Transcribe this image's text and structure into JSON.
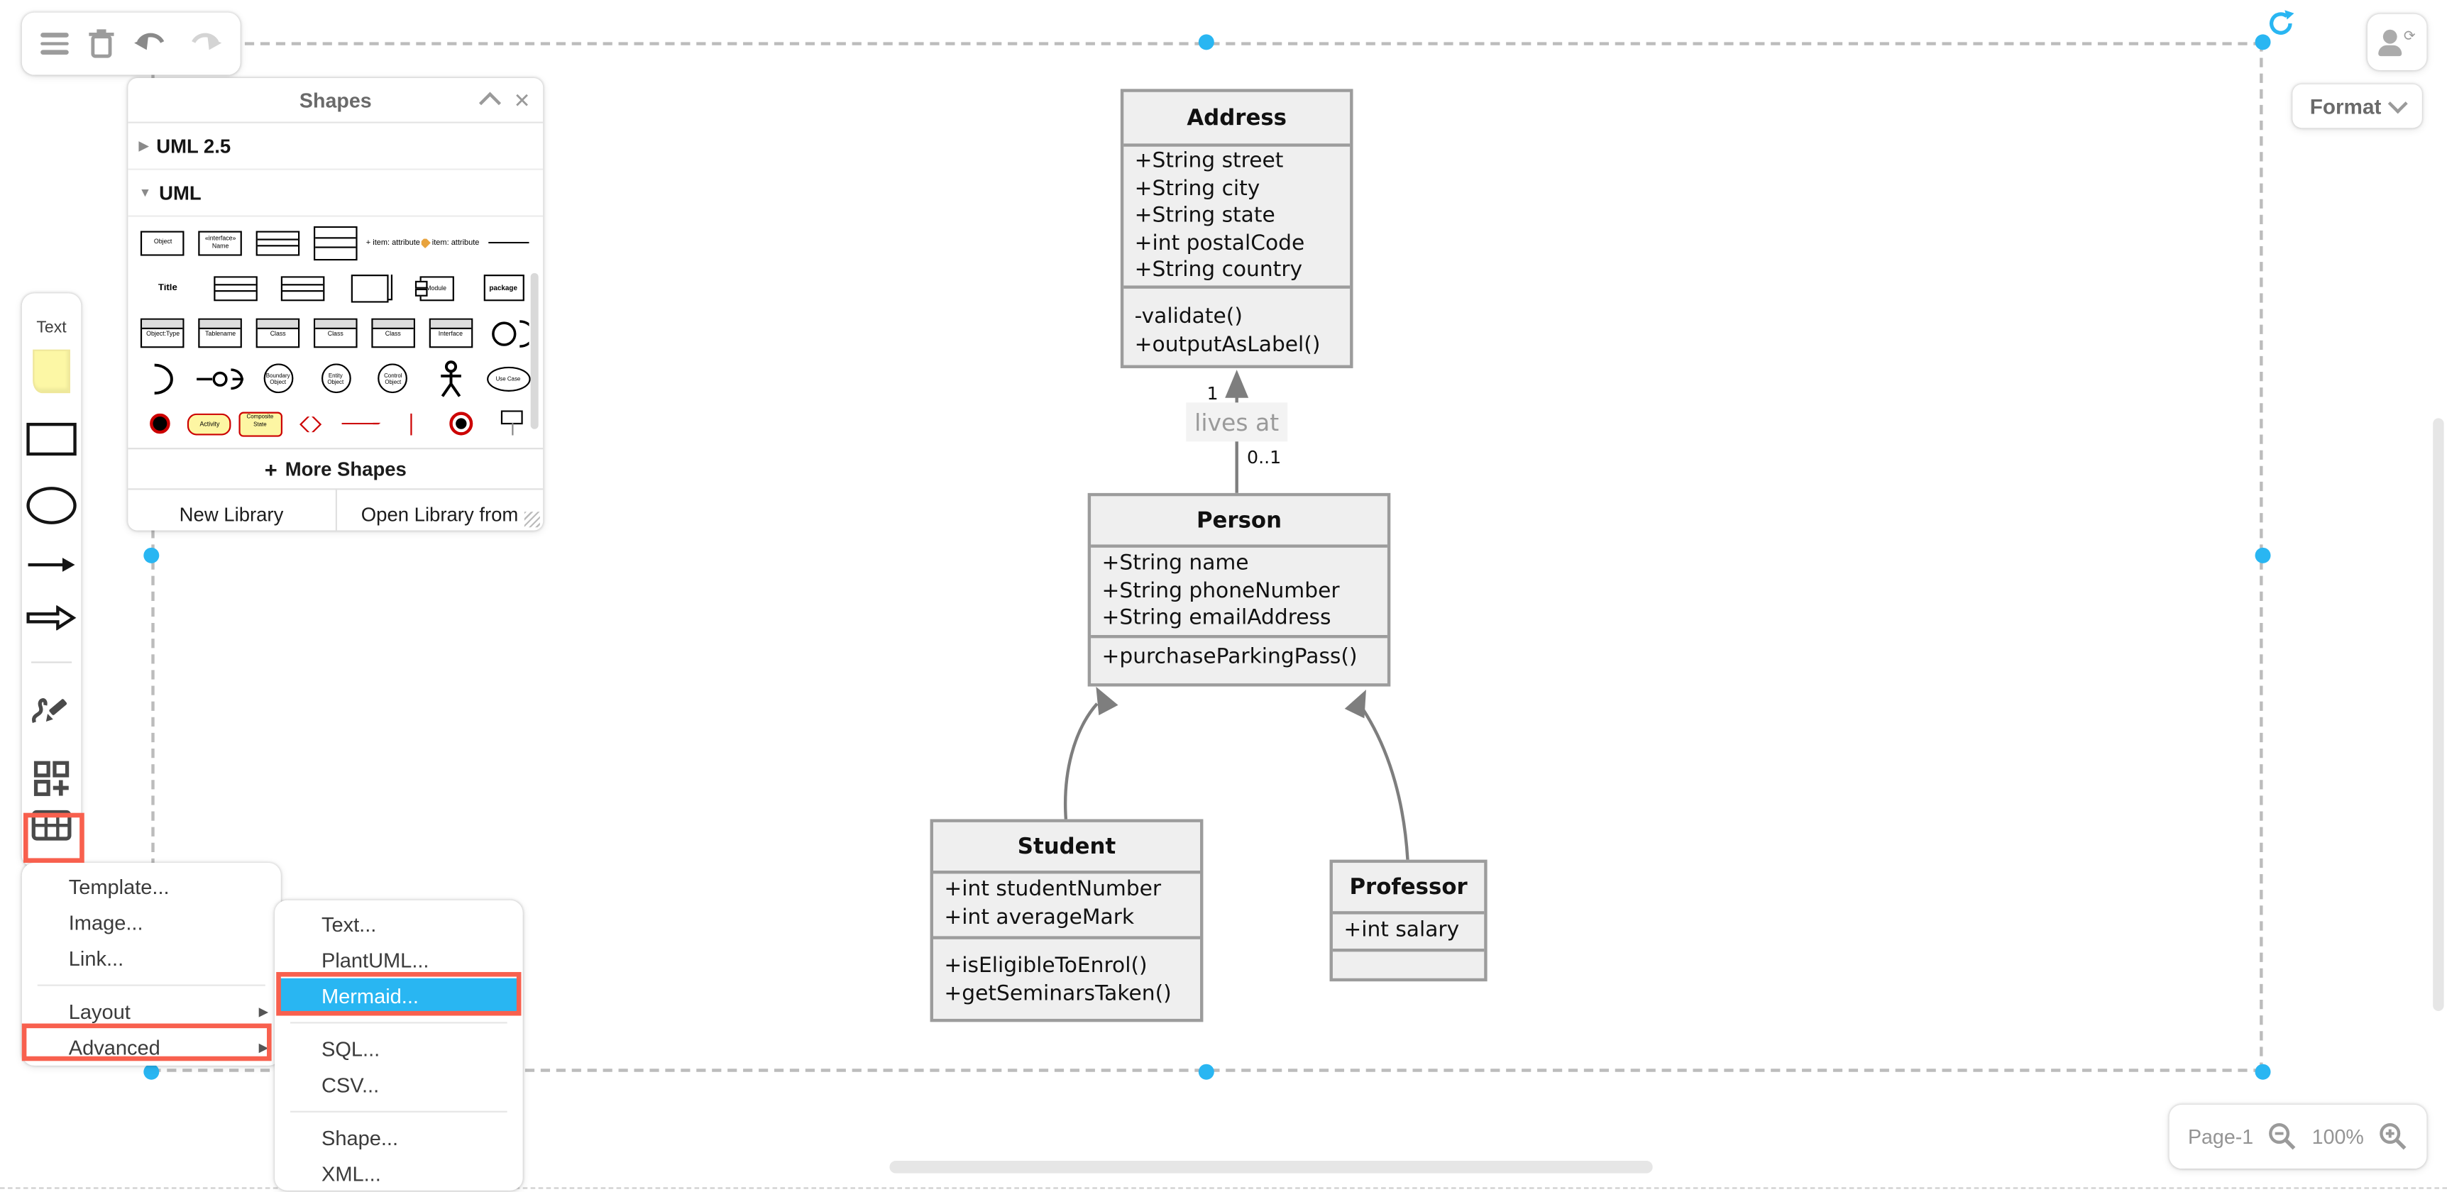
{
  "colors": {
    "accent_blue": "#29b6f2",
    "annotation_red": "#f8604e",
    "note_yellow": "#fcf7a5",
    "class_fill": "#efefef",
    "class_border": "#9c9c9c",
    "edge_gray": "#7e7e7e"
  },
  "top_toolbar": {
    "icons": [
      "menu",
      "trash",
      "undo",
      "redo"
    ]
  },
  "shapes_panel": {
    "title": "Shapes",
    "collapse_icon": "chevron-up",
    "close_icon": "✕",
    "sections": [
      {
        "label": "UML 2.5",
        "expanded": false
      },
      {
        "label": "UML",
        "expanded": true
      }
    ],
    "more_shapes": {
      "plus": "+",
      "label": "More Shapes"
    },
    "footer": {
      "new_library": "New Library",
      "open_library": "Open Library from"
    },
    "thumbnail_rows": [
      [
        {
          "kind": "box",
          "label": "Object"
        },
        {
          "kind": "box",
          "label": "«interface» Name"
        },
        {
          "kind": "box-lines",
          "label": ""
        },
        {
          "kind": "box-lines-tall",
          "label": ""
        },
        {
          "kind": "text",
          "label": "+ item: attribute"
        },
        {
          "kind": "text-icon",
          "label": "item: attribute"
        },
        {
          "kind": "hline",
          "label": ""
        }
      ],
      [
        {
          "kind": "text-bold",
          "label": "Title"
        },
        {
          "kind": "box-lines",
          "label": ""
        },
        {
          "kind": "box-lines",
          "label": ""
        },
        {
          "kind": "book",
          "label": ""
        },
        {
          "kind": "module",
          "label": "Module"
        },
        {
          "kind": "package",
          "label": "package"
        }
      ],
      [
        {
          "kind": "box-header",
          "label": "Object:Type"
        },
        {
          "kind": "box-header",
          "label": "Tablename"
        },
        {
          "kind": "box-header",
          "label": "Class"
        },
        {
          "kind": "box-header",
          "label": "Class"
        },
        {
          "kind": "box-header",
          "label": "Class"
        },
        {
          "kind": "box-header",
          "label": "Interface"
        },
        {
          "kind": "circle-arc",
          "label": ""
        }
      ],
      [
        {
          "kind": "arc",
          "label": ""
        },
        {
          "kind": "lollipop",
          "label": ""
        },
        {
          "kind": "circle",
          "label": "Boundary Object"
        },
        {
          "kind": "circle",
          "label": "Entity Object"
        },
        {
          "kind": "circle",
          "label": "Control Object"
        },
        {
          "kind": "actor",
          "label": ""
        },
        {
          "kind": "ellipse",
          "label": "Use Case"
        }
      ],
      [
        {
          "kind": "red-dot",
          "label": ""
        },
        {
          "kind": "yellow-pill",
          "label": "Activity"
        },
        {
          "kind": "yellow-state",
          "label": "Composite State"
        },
        {
          "kind": "red-diamond",
          "label": ""
        },
        {
          "kind": "red-arrow",
          "label": ""
        },
        {
          "kind": "red-fork",
          "label": ""
        },
        {
          "kind": "final-node",
          "label": ""
        },
        {
          "kind": "sign",
          "label": ""
        }
      ]
    ]
  },
  "left_toolbar": {
    "text_label": "Text",
    "plus_label": "+"
  },
  "context_menu": {
    "items": [
      {
        "label": "Template..."
      },
      {
        "label": "Image..."
      },
      {
        "label": "Link..."
      },
      {
        "label": "Layout",
        "submenu": true
      },
      {
        "label": "Advanced",
        "submenu": true,
        "annotated": true
      }
    ]
  },
  "sub_menu": {
    "items": [
      {
        "label": "Text..."
      },
      {
        "label": "PlantUML..."
      },
      {
        "label": "Mermaid...",
        "highlighted": true,
        "annotated": true
      },
      {
        "label": "SQL..."
      },
      {
        "label": "CSV..."
      },
      {
        "label": "Shape..."
      },
      {
        "label": "XML..."
      }
    ]
  },
  "diagram": {
    "classes": [
      {
        "name": "Address",
        "fields": [
          "+String street",
          "+String city",
          "+String state",
          "+int postalCode",
          "+String country"
        ],
        "methods": [
          "-validate()",
          "+outputAsLabel()"
        ]
      },
      {
        "name": "Person",
        "fields": [
          "+String name",
          "+String phoneNumber",
          "+String emailAddress"
        ],
        "methods": [
          "+purchaseParkingPass()"
        ]
      },
      {
        "name": "Student",
        "fields": [
          "+int studentNumber",
          "+int averageMark"
        ],
        "methods": [
          "+isEligibleToEnrol()",
          "+getSeminarsTaken()"
        ]
      },
      {
        "name": "Professor",
        "fields": [
          "+int salary"
        ],
        "methods": []
      }
    ],
    "association": {
      "label": "lives at",
      "mult_address": "1",
      "mult_person": "0..1"
    }
  },
  "top_right": {
    "format_label": "Format"
  },
  "status_bar": {
    "page": "Page-1",
    "zoom": "100%"
  }
}
